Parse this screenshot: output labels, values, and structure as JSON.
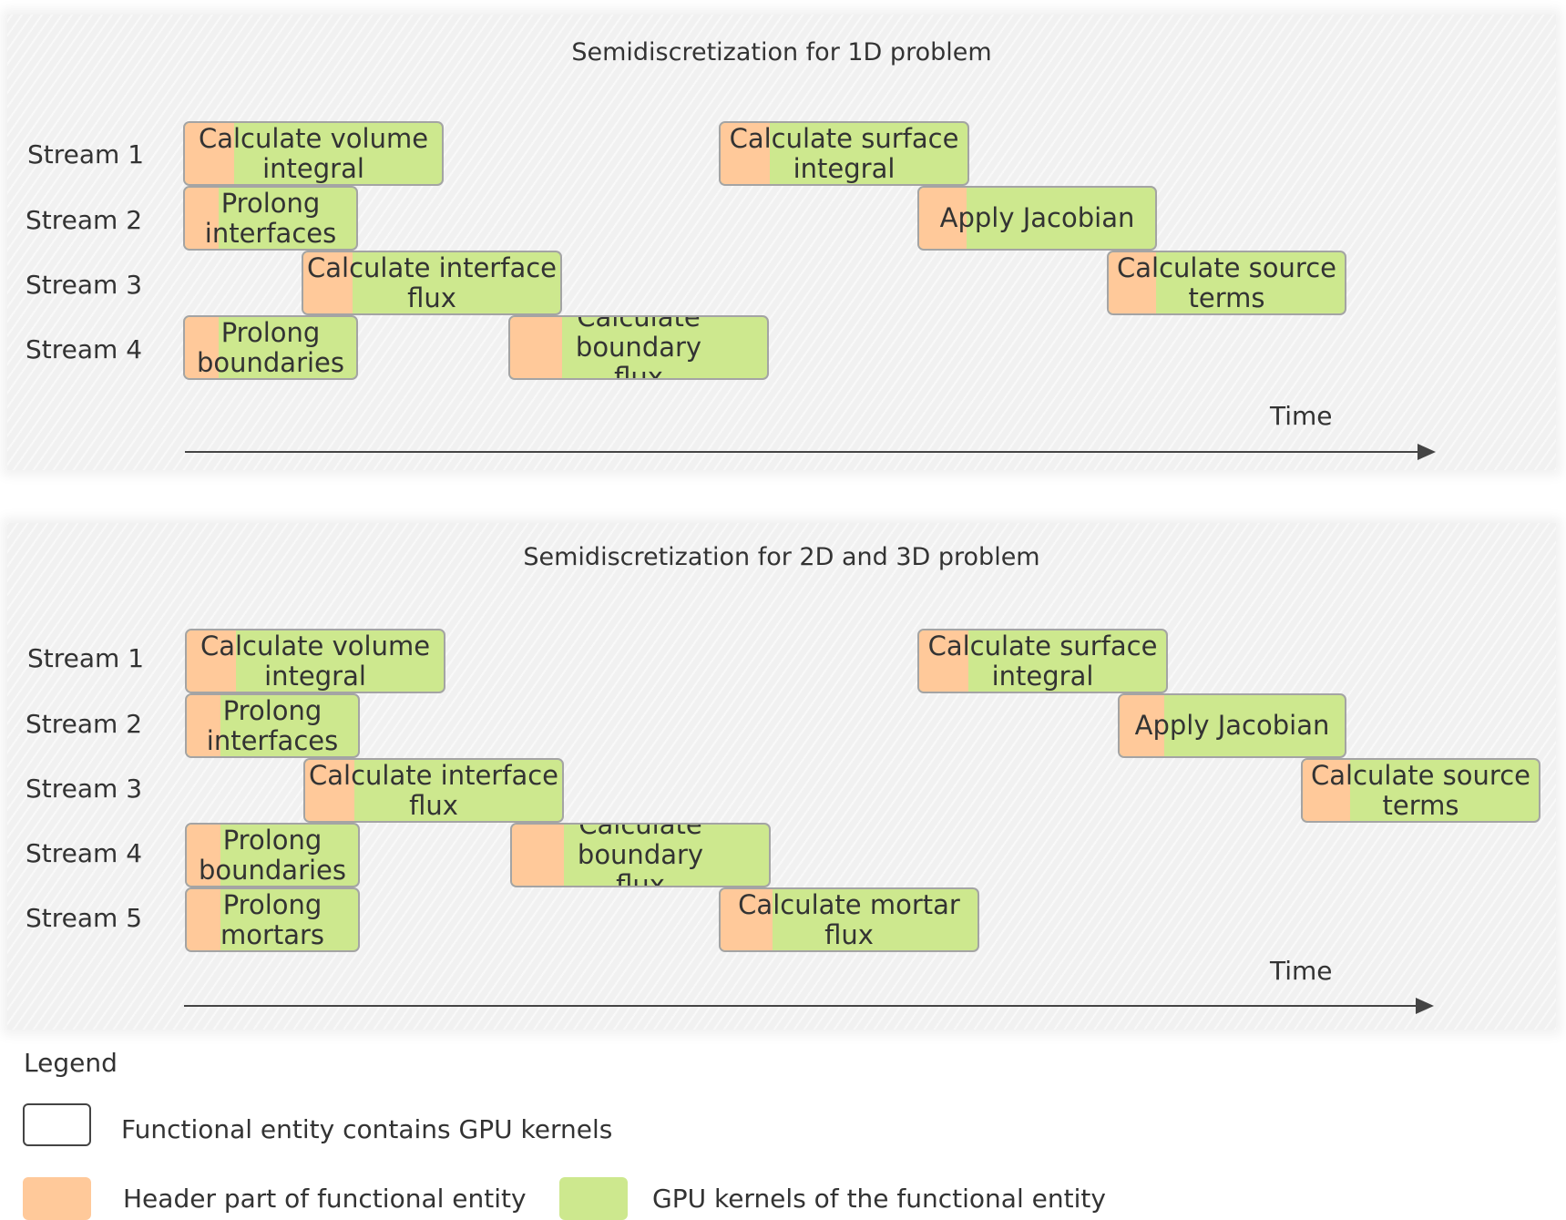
{
  "panels": [
    {
      "title": "Semidiscretization for 1D problem",
      "axis_label": "Time",
      "streams": [
        "Stream 1",
        "Stream 2",
        "Stream 3",
        "Stream 4"
      ],
      "entities": [
        {
          "stream": 1,
          "label": "Calculate volume\nintegral"
        },
        {
          "stream": 2,
          "label": "Prolong\ninterfaces"
        },
        {
          "stream": 3,
          "label": "Calculate interface\nflux"
        },
        {
          "stream": 4,
          "label": "Prolong\nboundaries"
        },
        {
          "stream": 4,
          "label": "Calculate boundary\nflux"
        },
        {
          "stream": 1,
          "label": "Calculate surface\nintegral"
        },
        {
          "stream": 2,
          "label": "Apply Jacobian"
        },
        {
          "stream": 3,
          "label": "Calculate source\nterms"
        }
      ]
    },
    {
      "title": "Semidiscretization for 2D and 3D problem",
      "axis_label": "Time",
      "streams": [
        "Stream 1",
        "Stream 2",
        "Stream 3",
        "Stream 4",
        "Stream 5"
      ],
      "entities": [
        {
          "stream": 1,
          "label": "Calculate volume\nintegral"
        },
        {
          "stream": 2,
          "label": "Prolong\ninterfaces"
        },
        {
          "stream": 3,
          "label": "Calculate interface\nflux"
        },
        {
          "stream": 4,
          "label": "Prolong\nboundaries"
        },
        {
          "stream": 5,
          "label": "Prolong\nmortars"
        },
        {
          "stream": 4,
          "label": "Calculate boundary\nflux"
        },
        {
          "stream": 5,
          "label": "Calculate mortar\nflux"
        },
        {
          "stream": 1,
          "label": "Calculate surface\nintegral"
        },
        {
          "stream": 2,
          "label": "Apply Jacobian"
        },
        {
          "stream": 3,
          "label": "Calculate source\nterms"
        }
      ]
    }
  ],
  "legend": {
    "title": "Legend",
    "items": [
      {
        "label": "Functional entity contains GPU kernels"
      },
      {
        "label": "Header part of functional entity",
        "color": "#ffc99a"
      },
      {
        "label": "GPU kernels of the functional entity",
        "color": "#cde88e"
      }
    ]
  },
  "colors": {
    "header": "#ffc99a",
    "kernels": "#cde88e",
    "border": "#a4a4a4"
  }
}
